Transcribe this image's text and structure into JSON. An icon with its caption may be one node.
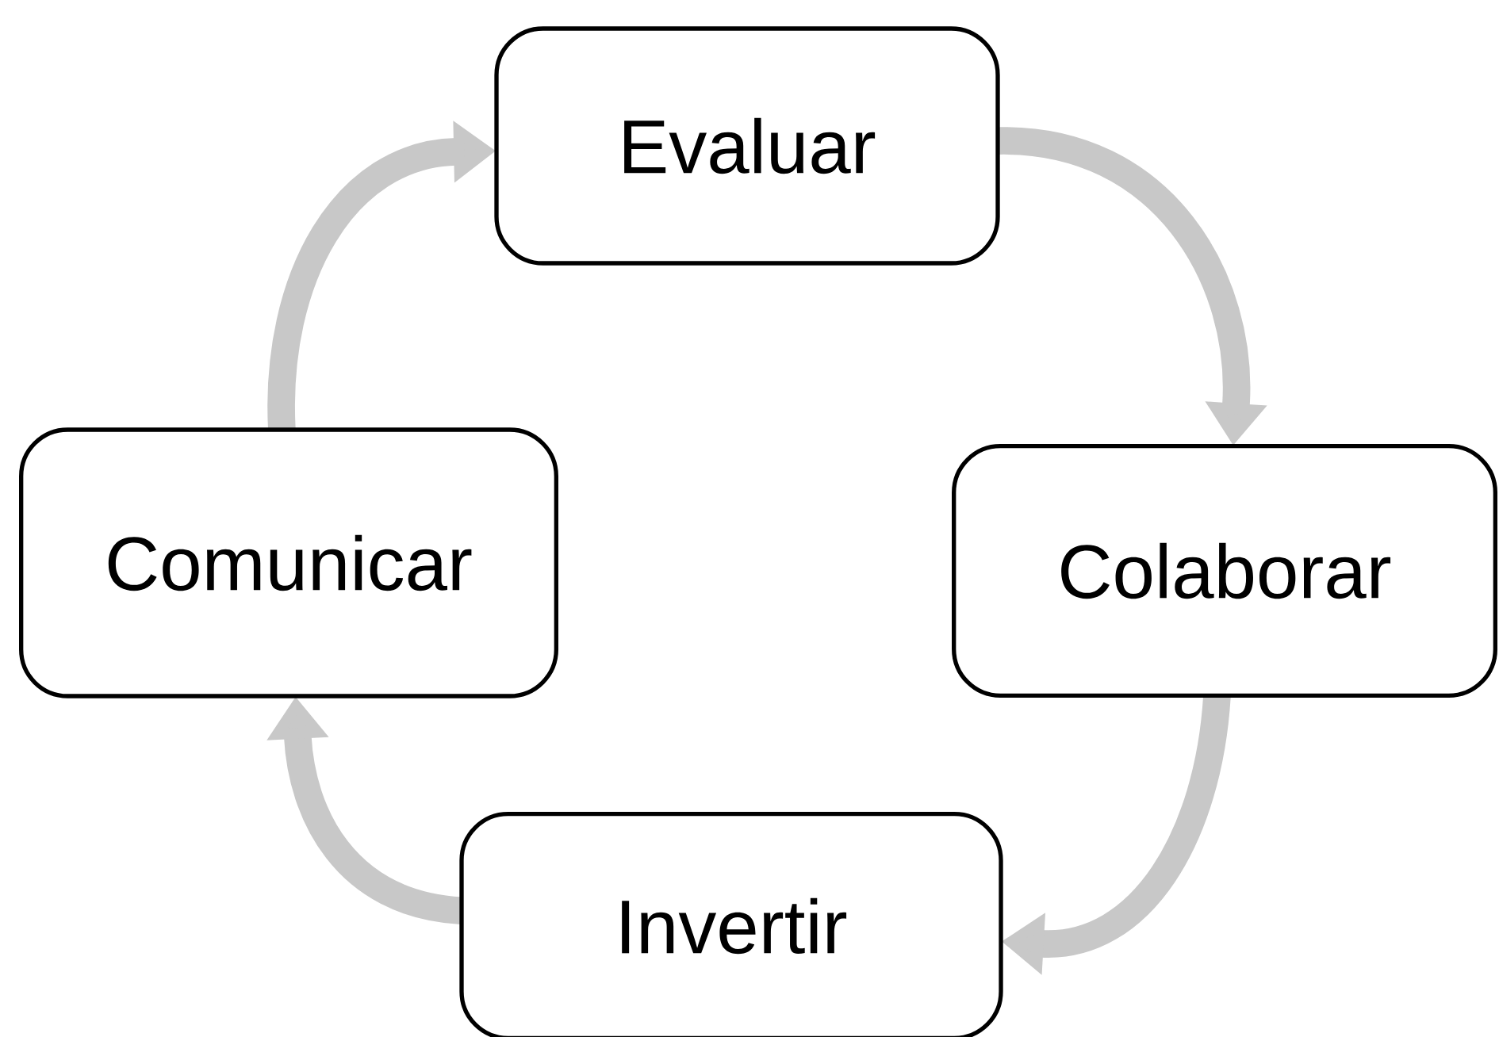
{
  "diagram": {
    "nodes": [
      {
        "text": [
          "Evaluar"
        ]
      },
      {
        "text": [
          "Colaborar"
        ]
      },
      {
        "text": [
          "Invertir"
        ]
      },
      {
        "text": [
          "Comunicar"
        ]
      }
    ],
    "edges": [
      {
        "from": 0,
        "to": 1,
        "arrow": "to"
      },
      {
        "from": 1,
        "to": 2,
        "arrow": "to"
      },
      {
        "from": 2,
        "to": 3,
        "arrow": "to"
      },
      {
        "from": 3,
        "to": 0,
        "arrow": "to"
      }
    ]
  }
}
